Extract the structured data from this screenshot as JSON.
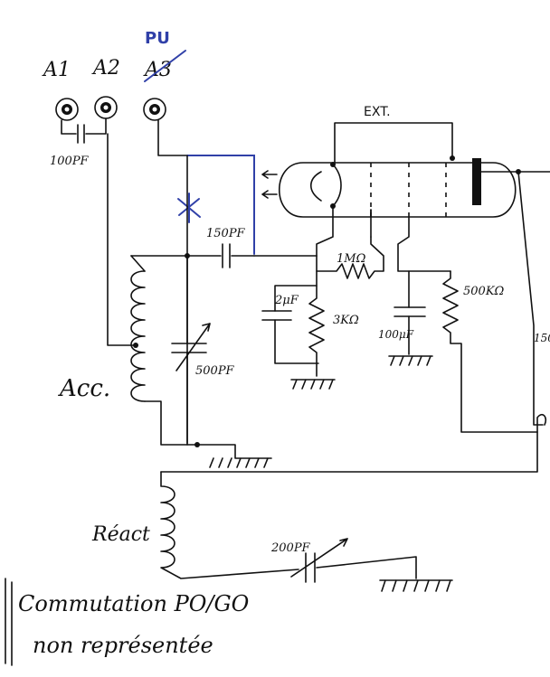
{
  "colors": {
    "ink": "#111111",
    "annotation": "#3040a8",
    "background": "#ffffff"
  },
  "labels": {
    "pu": "PU",
    "a1": "A1",
    "a2": "A2",
    "a3": "A3",
    "ext": "EXT.",
    "c_100pf": "100PF",
    "c_150pf": "150PF",
    "r_1m": "1MΩ",
    "c_2uf": "2μF",
    "r_3k": "3KΩ",
    "r_500k": "500KΩ",
    "c_100uf": "100μF",
    "c_500pf": "500PF",
    "coil_acc": "Acc.",
    "coil_react": "Réact",
    "c_200pf": "200PF",
    "edge_150": "150"
  },
  "note": {
    "line1": "Commutation PO/GO",
    "line2": "non représentée"
  }
}
